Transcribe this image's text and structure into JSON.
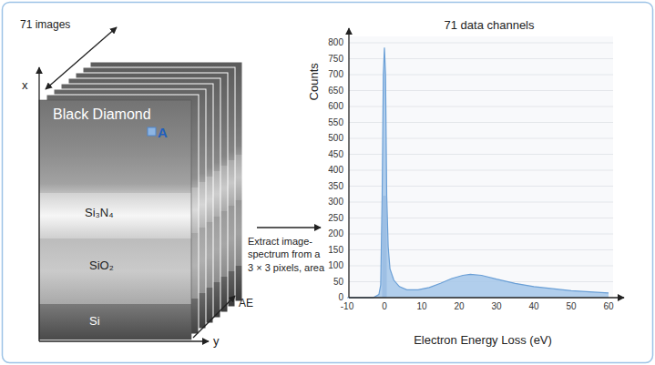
{
  "diagram": {
    "nodes": [
      {
        "text": [
          "Black Diamond"
        ]
      },
      {
        "text": [
          "Si₃N₄"
        ]
      },
      {
        "text": [
          "SiO₂"
        ]
      },
      {
        "text": [
          "Si"
        ]
      }
    ],
    "labels": [
      "71 images",
      "x",
      "A",
      "AE",
      "y",
      "Extract image-spectrum from a 3 × 3 pixels, area",
      "71 data channels",
      "Counts",
      "0",
      "50",
      "100",
      "150",
      "200",
      "250",
      "300",
      "350",
      "400",
      "450",
      "500",
      "550",
      "600",
      "650",
      "700",
      "750",
      "800",
      "-10",
      "0",
      "10",
      "20",
      "30",
      "40",
      "50",
      "60",
      "Electron Energy Loss (eV)"
    ]
  }
}
